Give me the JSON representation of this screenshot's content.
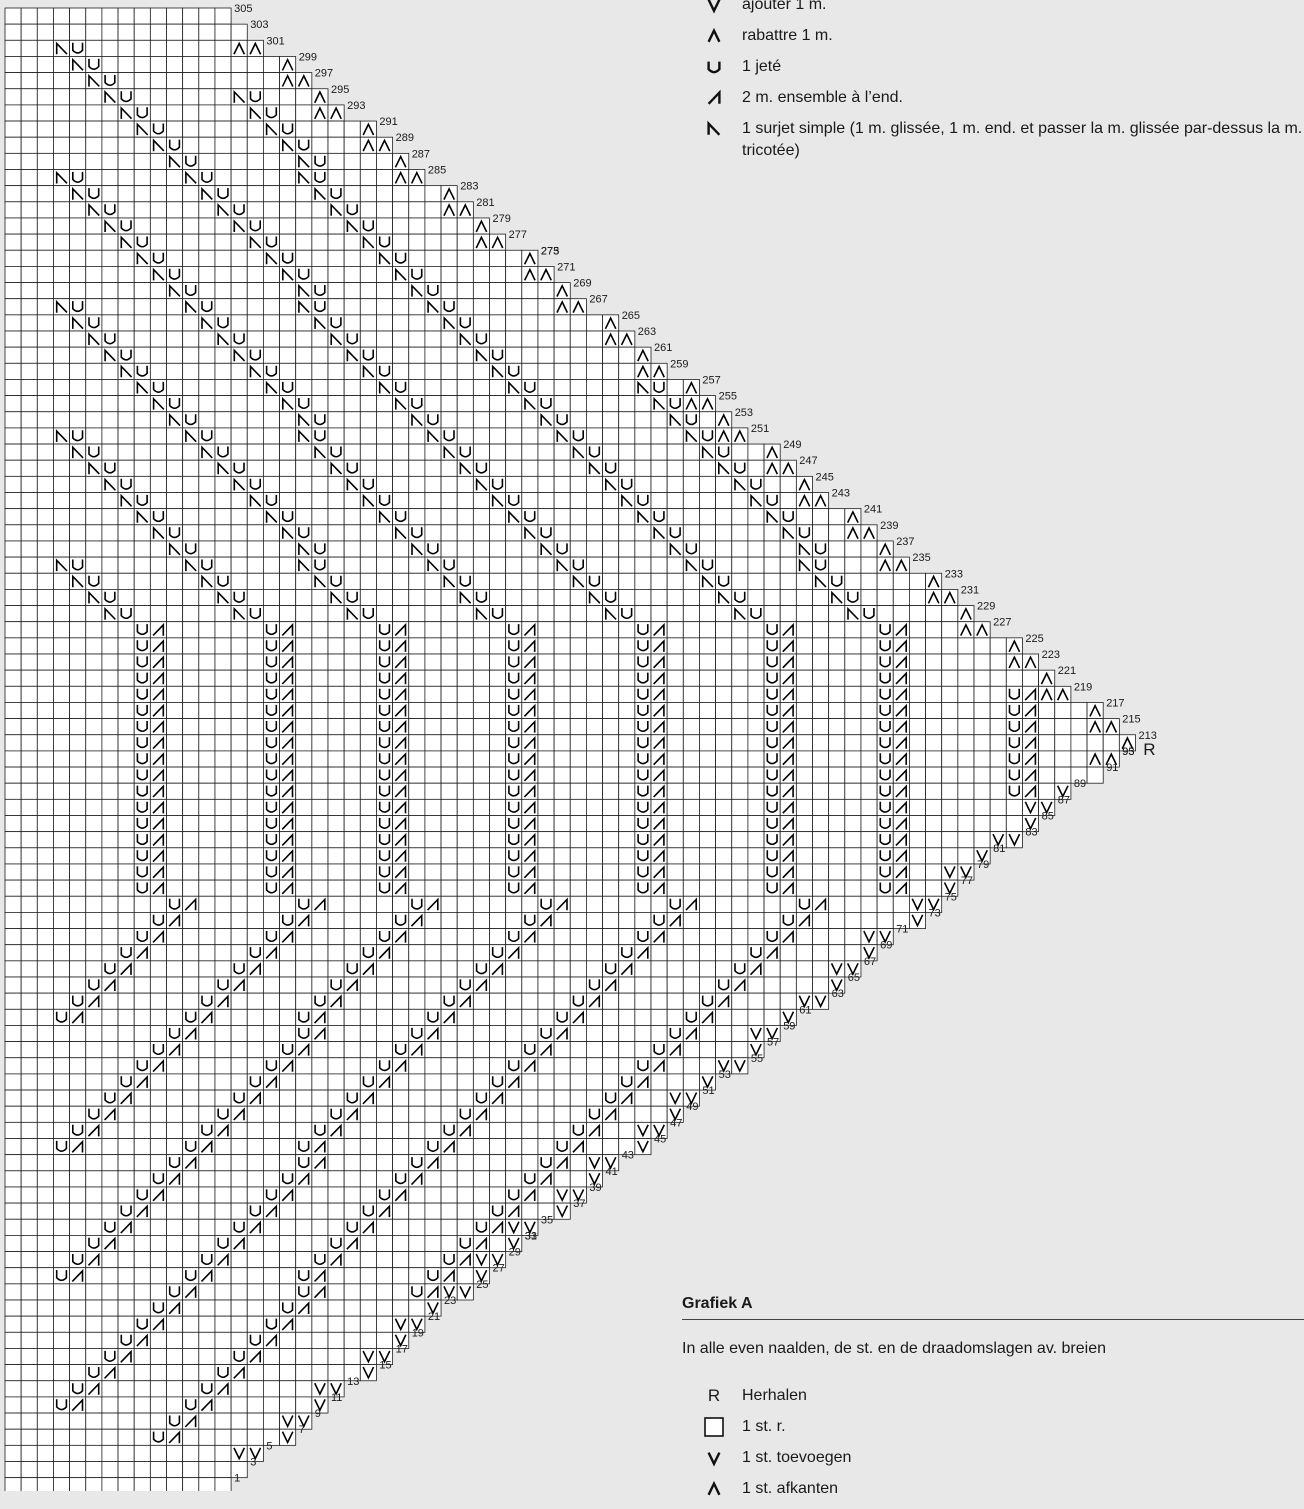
{
  "legend_top": {
    "items": [
      {
        "icon": "v-symbol-icon",
        "text": "ajouter 1 m."
      },
      {
        "icon": "inverted-v-symbol-icon",
        "text": "rabattre 1 m."
      },
      {
        "icon": "u-symbol-icon",
        "text": "1 jeté"
      },
      {
        "icon": "slant-right-symbol-icon",
        "text": "2 m. ensemble à l’end."
      },
      {
        "icon": "slant-left-symbol-icon",
        "text": "1 surjet simple (1 m. glissée, 1 m. end. et passer la m. glissée par-dessus la m. tricotée)"
      }
    ]
  },
  "grafiek": {
    "title": "Grafiek A",
    "note": "In alle even naalden, de st. en de draadomslagen av. breien"
  },
  "legend_bottom": {
    "items": [
      {
        "icon": "letter-r",
        "symbol": "R",
        "text": "Herhalen"
      },
      {
        "icon": "empty-square-icon",
        "text": "1 st. r."
      },
      {
        "icon": "v-symbol-icon",
        "text": "1 st. toevoegen"
      },
      {
        "icon": "inverted-v-symbol-icon",
        "text": "1 st. afkanten"
      }
    ]
  },
  "chart_data": {
    "type": "knitting-chart",
    "repeat_label": "R",
    "repeat_between_rows": [
      93,
      95
    ],
    "row_labels_right": [
      "305",
      "303",
      "301",
      "299",
      "297",
      "295",
      "293",
      "291",
      "289",
      "287",
      "285",
      "283",
      "281",
      "279",
      "277",
      "275",
      "273",
      "271",
      "269",
      "267",
      "265",
      "263",
      "261",
      "259",
      "257",
      "255",
      "253",
      "251",
      "249",
      "247",
      "245",
      "243",
      "241",
      "239",
      "237",
      "235",
      "233",
      "231",
      "229",
      "227",
      "225",
      "223",
      "221",
      "219",
      "217",
      "215",
      "213",
      "95",
      "93",
      "91",
      "89",
      "87",
      "85",
      "83",
      "81",
      "79",
      "77",
      "75",
      "73",
      "71",
      "69",
      "67",
      "65",
      "63",
      "61",
      "59",
      "57",
      "55",
      "53",
      "51",
      "49",
      "47",
      "45",
      "43",
      "41",
      "39",
      "37",
      "35",
      "33",
      "31",
      "29",
      "27",
      "25",
      "23",
      "21",
      "19",
      "17",
      "15",
      "13",
      "11",
      "9",
      "7",
      "5",
      "3",
      "1"
    ],
    "symbols": {
      "V": "increase (ajouter 1 m. / 1 st. toevoegen)",
      "A": "bind off (rabattre 1 m. / 1 st. afkanten)",
      "U": "yarn over (1 jeté)",
      "/": "k2tog (2 m. ensemble à l’end.)",
      "\\": "ssk (1 surjet simple)"
    }
  }
}
